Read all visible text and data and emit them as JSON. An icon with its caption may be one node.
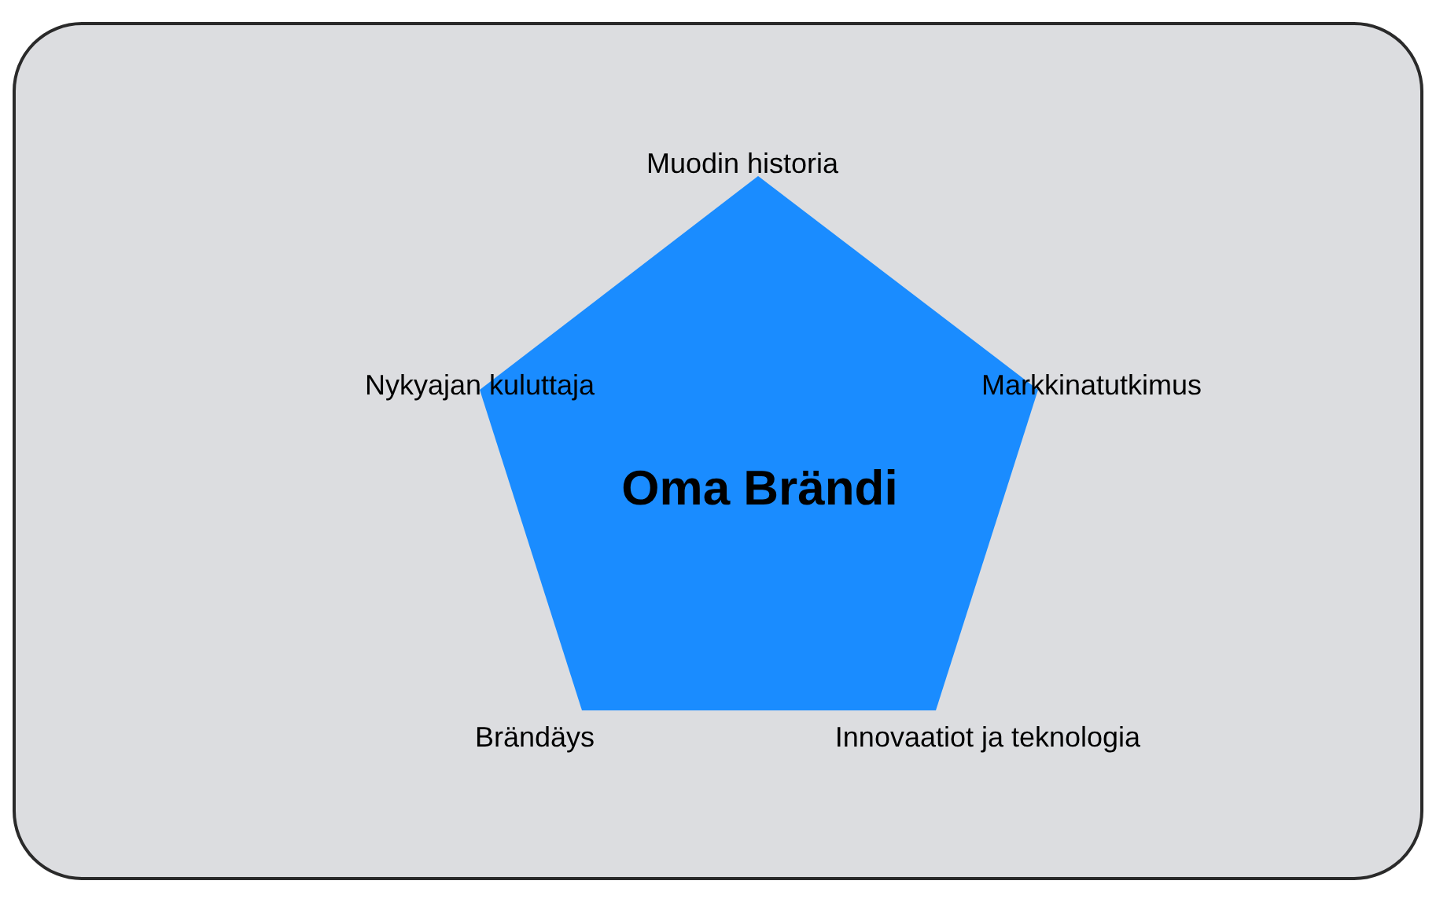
{
  "diagram": {
    "nodes": [
      {
        "text": [
          "Oma Brändi"
        ]
      }
    ],
    "labels": [
      "Muodin historia",
      "Nykyajan kuluttaja",
      "Markkinatutkimus",
      "Brändäys",
      "Innovaatiot ja teknologia"
    ]
  }
}
